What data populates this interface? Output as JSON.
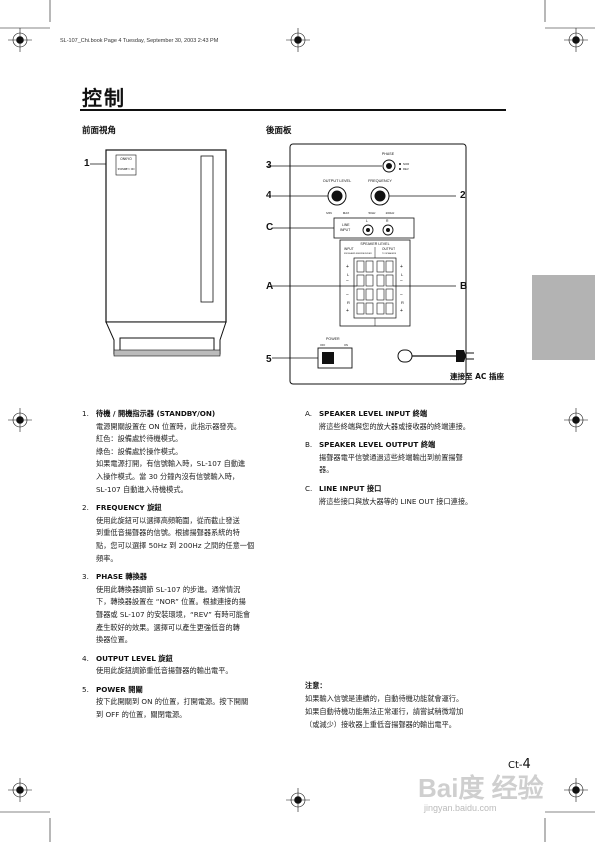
{
  "header": {
    "file_line": "SL-107_Chi.book  Page 4  Tuesday, September 30, 2003  2:43 PM"
  },
  "page": {
    "title": "控制",
    "page_number_prefix": "Ct-",
    "page_number": "4"
  },
  "front": {
    "heading": "前面視角",
    "callout": "1",
    "brand_label": "ONKYO",
    "indicator_label": "STANDBY / ON"
  },
  "rear": {
    "heading": "後面板",
    "callouts": {
      "c3": "3",
      "c4": "4",
      "c2": "2",
      "cC": "C",
      "cA": "A",
      "cB": "B",
      "c5": "5"
    },
    "phase_label": "PHASE",
    "phase_pos1": "NOR",
    "phase_pos2": "REV",
    "output_level_label": "OUTPUT LEVEL",
    "output_level_min": "MIN",
    "output_level_max": "MAX",
    "frequency_label": "FREQUENCY",
    "frequency_min": "50Hz",
    "frequency_max": "200Hz",
    "line_input_label": "LINE\nINPUT",
    "line_l": "L",
    "line_r": "R",
    "speaker_level_label": "SPEAKER LEVEL",
    "speaker_input_label": "INPUT",
    "speaker_input_sub": "FROM AMPLIFIER/RECEIVER",
    "speaker_output_label": "OUTPUT",
    "speaker_output_sub": "TO SPEAKERS",
    "terminal_l": "L",
    "terminal_r": "R",
    "plus": "+",
    "minus": "−",
    "power_label": "POWER",
    "power_off": "OFF",
    "power_on": "ON",
    "ac_label": "連接至 AC 插座"
  },
  "list": [
    {
      "num": "1.",
      "title": "待機 / 開機指示器 (STANDBY/ON)",
      "lines": [
        "電源開關設置在 ON 位置時，此指示器發亮。",
        "紅色：設備處於待機模式。",
        "綠色：設備處於操作模式。",
        "如果電源打開，有信號輸入時，SL-107 自動進",
        "入操作模式。當 30 分鐘內沒有信號輸入時，",
        "SL-107 自動進入待機模式。"
      ]
    },
    {
      "num": "2.",
      "title": "FREQUENCY 旋鈕",
      "lines": [
        "使用此旋鈕可以選擇高頻範圍，從而截止發送",
        "到重低音揚聲器的信號。根據揚聲器系統的特",
        "點，您可以選擇 50Hz 到 200Hz 之間的任意一個",
        "頻率。"
      ]
    },
    {
      "num": "3.",
      "title": "PHASE 轉換器",
      "lines": [
        "使用此轉換器調節 SL-107 的步進。通常情況",
        "下，轉換器設置在 “NOR” 位置。根據連接的揚",
        "聲器或 SL-107 的安裝環境，“REV” 有時可能會",
        "產生較好的效果。選擇可以產生更強低音的轉",
        "換器位置。"
      ]
    },
    {
      "num": "4.",
      "title": "OUTPUT LEVEL 旋鈕",
      "lines": [
        "使用此旋鈕調節重低音揚聲器的輸出電平。"
      ]
    },
    {
      "num": "5.",
      "title": "POWER 開關",
      "lines": [
        "按下此開關到 ON 的位置，打開電源。按下開關",
        "到 OFF 的位置，關閉電源。"
      ]
    }
  ],
  "list_right": [
    {
      "num": "A.",
      "title": "SPEAKER LEVEL INPUT 終端",
      "lines": [
        "將這些終端與您的放大器或接收器的終端連接。"
      ]
    },
    {
      "num": "B.",
      "title": "SPEAKER LEVEL OUTPUT 終端",
      "lines": [
        "揚聲器電平信號通過這些終端輸出到前置揚聲",
        "器。"
      ]
    },
    {
      "num": "C.",
      "title": "LINE INPUT 接口",
      "lines": [
        "將這些接口與放大器等的 LINE OUT 接口連接。"
      ]
    }
  ],
  "note": {
    "heading": "注意：",
    "lines": [
      "如果輸入信號是連續的，自動待機功能就會運行。",
      "如果自動待機功能無法正常運行，請嘗試稍微增加",
      "（或減少）接收器上重低音揚聲器的輸出電平。"
    ]
  },
  "watermark": {
    "main": "Bai度 经验",
    "sub": "jingyan.baidu.com"
  }
}
